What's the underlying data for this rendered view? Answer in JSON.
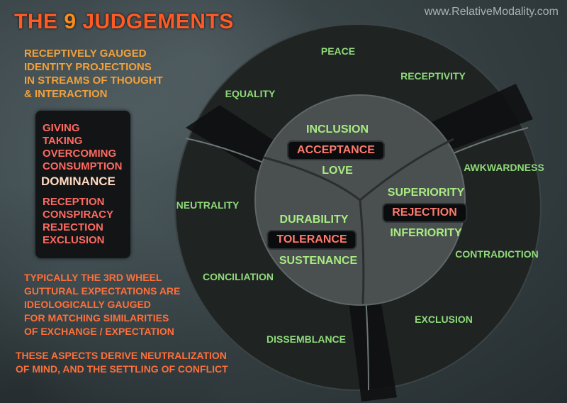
{
  "site": "www.RelativeModality.com",
  "title": {
    "prefix": "THE ",
    "number": "9",
    "suffix": " JUDGEMENTS"
  },
  "intro": [
    "RECEPTIVELY GAUGED",
    "IDENTITY PROJECTIONS",
    "IN STREAMS OF THOUGHT",
    "& INTERACTION"
  ],
  "list": {
    "top": [
      "GIVING",
      "TAKING",
      "OVERCOMING",
      "CONSUMPTION"
    ],
    "center": "DOMINANCE",
    "bottom": [
      "RECEPTION",
      "CONSPIRACY",
      "REJECTION",
      "EXCLUSION"
    ]
  },
  "note1": [
    "TYPICALLY THE 3RD WHEEL",
    "GUTTURAL EXPECTATIONS ARE",
    "IDEOLOGICALLY GAUGED",
    "FOR MATCHING SIMILARITIES",
    "OF EXCHANGE / EXPECTATION"
  ],
  "note2": [
    "THESE ASPECTS DERIVE NEUTRALIZATION",
    "OF MIND, AND THE SETTLING OF CONFLICT"
  ],
  "outer_labels": {
    "peace": "PEACE",
    "receptivity": "RECEPTIVITY",
    "equality": "EQUALITY",
    "awkwardness": "AWKWARDNESS",
    "neutrality": "NEUTRALITY",
    "contradiction": "CONTRADICTION",
    "conciliation": "CONCILIATION",
    "exclusion": "EXCLUSION",
    "dissemblance": "DISSEMBLANCE"
  },
  "inner": {
    "top": {
      "above": "INCLUSION",
      "center": "ACCEPTANCE",
      "below": "LOVE"
    },
    "right": {
      "above": "SUPERIORITY",
      "center": "REJECTION",
      "below": "INFERIORITY"
    },
    "left": {
      "above": "DURABILITY",
      "center": "TOLERANCE",
      "below": "SUSTENANCE"
    }
  },
  "colors": {
    "title": "#ff5a24",
    "intro": "#f2a13a",
    "list": "#ff6a60",
    "note": "#ff6f3a",
    "ring_label": "#8fd97a",
    "pill_text": "#ff7b6e"
  }
}
